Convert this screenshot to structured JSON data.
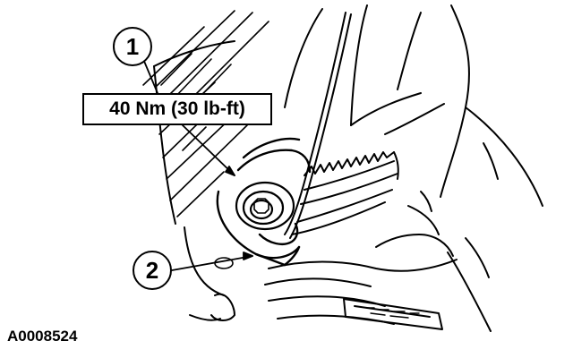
{
  "callouts": {
    "one": "1",
    "two": "2"
  },
  "torque_spec": "40 Nm (30 lb-ft)",
  "figure_id": "A0008524",
  "line_color": "#000000",
  "background_color": "#ffffff"
}
